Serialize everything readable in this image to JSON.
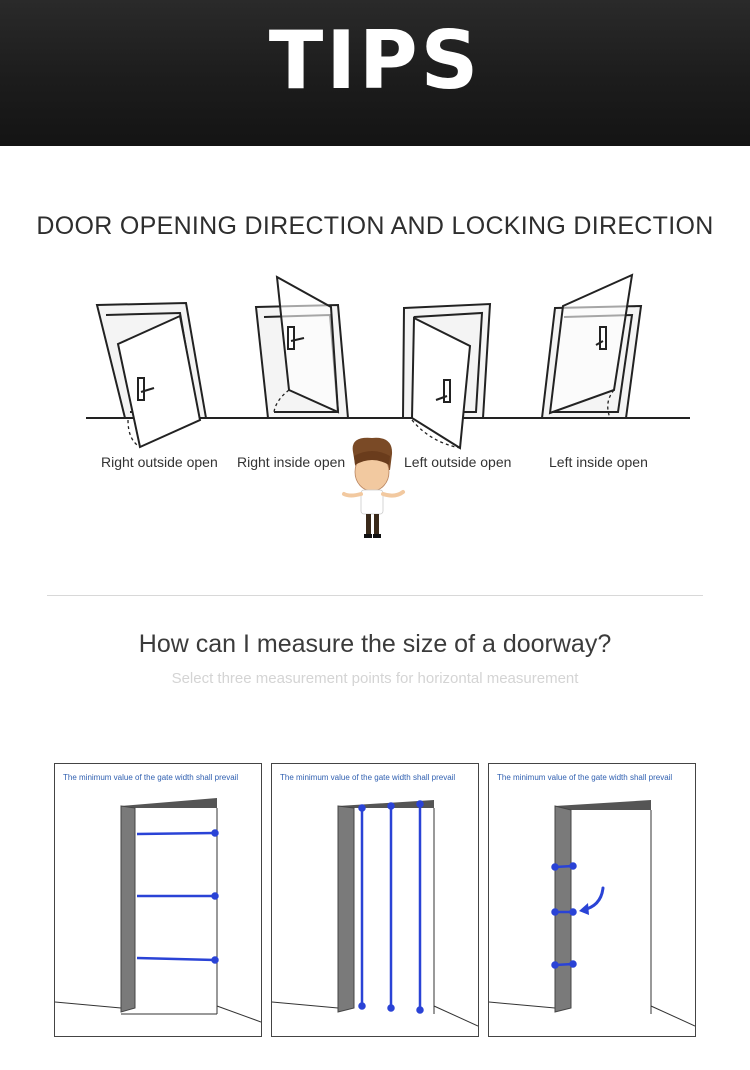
{
  "header": {
    "title": "TIPS"
  },
  "section": {
    "title": "DOOR OPENING DIRECTION AND LOCKING DIRECTION"
  },
  "doors": [
    {
      "label": "Right outside open"
    },
    {
      "label": "Right inside open"
    },
    {
      "label": "Left outside open"
    },
    {
      "label": "Left inside open"
    }
  ],
  "measure": {
    "question": "How can I measure the size of a doorway?",
    "subtitle": "Select three measurement points for horizontal measurement",
    "panels": [
      {
        "caption": "The minimum value of the gate width shall prevail"
      },
      {
        "caption": "The minimum value of the gate width shall prevail"
      },
      {
        "caption": "The minimum value of the gate width shall prevail"
      }
    ]
  },
  "colors": {
    "measure_line": "#2a43d6",
    "caption": "#2f5fb0"
  }
}
